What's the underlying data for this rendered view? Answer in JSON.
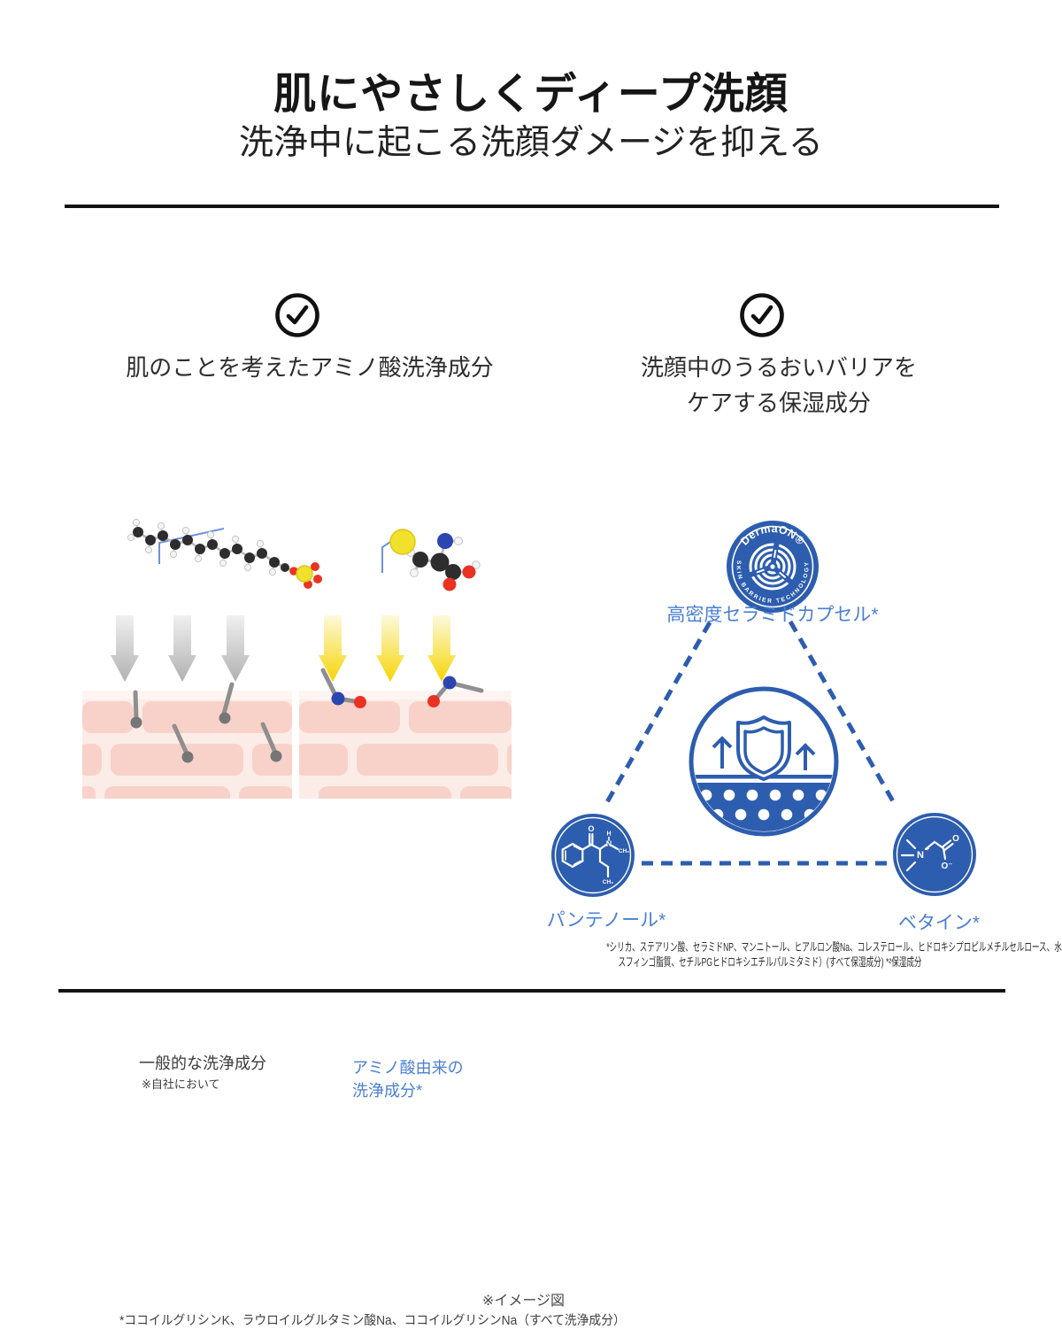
{
  "header": {
    "title": "肌にやさしくディープ洗顔",
    "subtitle": "洗浄中に起こる洗顔ダメージを抑える"
  },
  "features": {
    "left": "肌のことを考えたアミノ酸洗浄成分",
    "right_line1": "洗顔中のうるおいバリアを",
    "right_line2": "ケアする保湿成分"
  },
  "cleansing_panel": {
    "generic_label": "一般的な洗浄成分",
    "generic_note": "※自社において",
    "amino_label_line1": "アミノ酸由来の",
    "amino_label_line2": "洗浄成分*",
    "image_note": "※イメージ図",
    "footnote": "*ココイルグリシンK、ラウロイルグルタミン酸Na、ココイルグリシンNa（すべて洗浄成分）"
  },
  "moisture_panel": {
    "badge": {
      "name": "DermaON®",
      "tagline": "SKIN BARRIER TECHNOLOGY"
    },
    "node_top": "高密度セラミドカプセル*",
    "node_left": "パンテノール*",
    "node_right": "ベタイン*",
    "molecule_atoms": {
      "panthenol": [
        "O",
        "H",
        "N",
        "CH₃",
        "CH₃"
      ],
      "betaine": [
        "N",
        "+",
        "O",
        "O⁻"
      ]
    },
    "footnote_line1": "*シリカ、ステアリン酸、セラミドNP、マンニトール、ヒアルロン酸Na、コレステロール、ヒドロキシプロピルメチルセルロース、水添レシチン、",
    "footnote_line2": "スフィンゴ脂質、セチルPGヒドロキシエチルパルミタミド）(すべて保湿成分) *²保湿成分"
  },
  "colors": {
    "brand_blue": "#2d5dae",
    "label_blue": "#4a7fd3",
    "arrow_yellow": "#f6d504",
    "arrow_gray": "#b3b3b3",
    "brick": "#f8d2c9",
    "brick_bg": "#fcece8"
  }
}
